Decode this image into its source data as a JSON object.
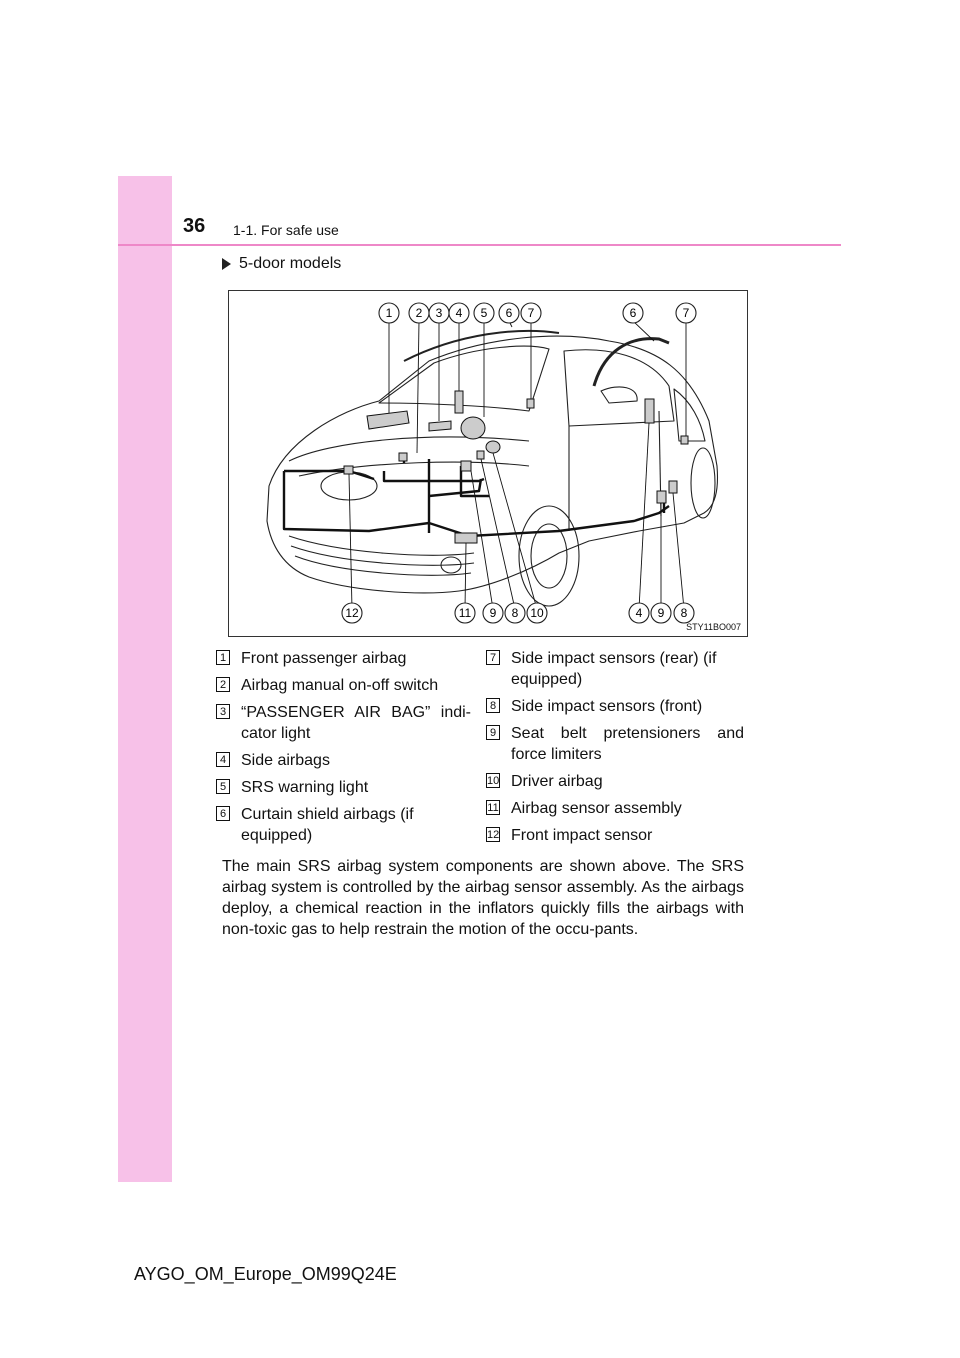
{
  "header": {
    "page_number": "36",
    "section": "1-1. For safe use"
  },
  "subheading": "5-door models",
  "figure": {
    "code": "STY11BO007",
    "callouts": [
      "1",
      "2",
      "3",
      "4",
      "5",
      "6",
      "7",
      "6",
      "7",
      "12",
      "11",
      "9",
      "8",
      "10",
      "4",
      "9",
      "8"
    ]
  },
  "legend": {
    "left": [
      {
        "num": "1",
        "text": "Front passenger airbag"
      },
      {
        "num": "2",
        "text": "Airbag manual on-off switch"
      },
      {
        "num": "3",
        "text": "“PASSENGER AIR BAG” indi-cator light"
      },
      {
        "num": "4",
        "text": "Side airbags"
      },
      {
        "num": "5",
        "text": "SRS warning light"
      },
      {
        "num": "6",
        "text": "Curtain shield airbags (if equipped)"
      }
    ],
    "right": [
      {
        "num": "7",
        "text": "Side impact sensors (rear) (if equipped)"
      },
      {
        "num": "8",
        "text": "Side impact sensors (front)"
      },
      {
        "num": "9",
        "text": "Seat belt pretensioners and force limiters"
      },
      {
        "num": "10",
        "text": "Driver airbag"
      },
      {
        "num": "11",
        "text": "Airbag sensor assembly"
      },
      {
        "num": "12",
        "text": "Front impact sensor"
      }
    ]
  },
  "paragraph": "The main SRS airbag system components are shown above. The SRS airbag system is controlled by the airbag sensor assembly. As the airbags deploy, a chemical reaction in the inflators quickly fills the airbags with non-toxic gas to help restrain the motion of the occu-pants.",
  "footer": "AYGO_OM_Europe_OM99Q24E"
}
